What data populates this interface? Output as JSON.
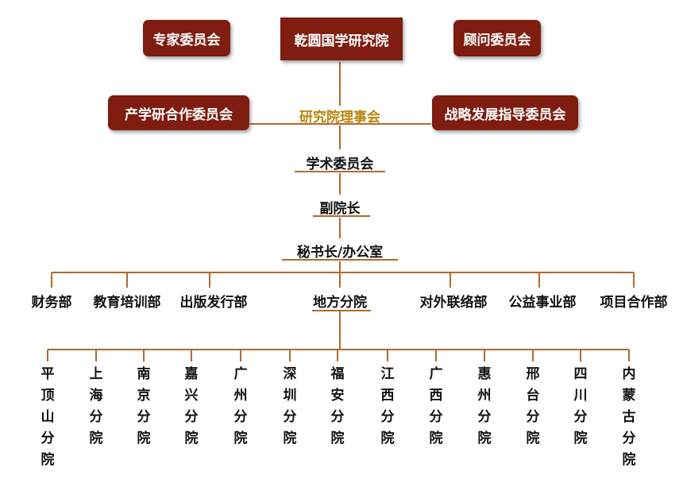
{
  "colors": {
    "box": "#7f1d10",
    "line": "#b06a2e",
    "gold": "#b8860b",
    "text": "#111111"
  },
  "top": {
    "institute": "乾圆国学研究院",
    "expert_committee": "专家委员会",
    "advisor_committee": "顾问委员会",
    "industry_committee": "产学研合作委员会",
    "strategy_committee": "战略发展指导委员会",
    "council": "研究院理事会"
  },
  "hierarchy": {
    "academic_committee": "学术委员会",
    "vice_president": "副院长",
    "secretary_office": "秘书长/办公室"
  },
  "departments": [
    "财务部",
    "教育培训部",
    "出版发行部",
    "地方分院",
    "对外联络部",
    "公益事业部",
    "项目合作部"
  ],
  "branches": [
    "平顶山分院",
    "上海分院",
    "南京分院",
    "嘉兴分院",
    "广州分院",
    "深圳分院",
    "福安分院",
    "江西分院",
    "广西分院",
    "惠州分院",
    "邢台分院",
    "四川分院",
    "内蒙古分院"
  ]
}
